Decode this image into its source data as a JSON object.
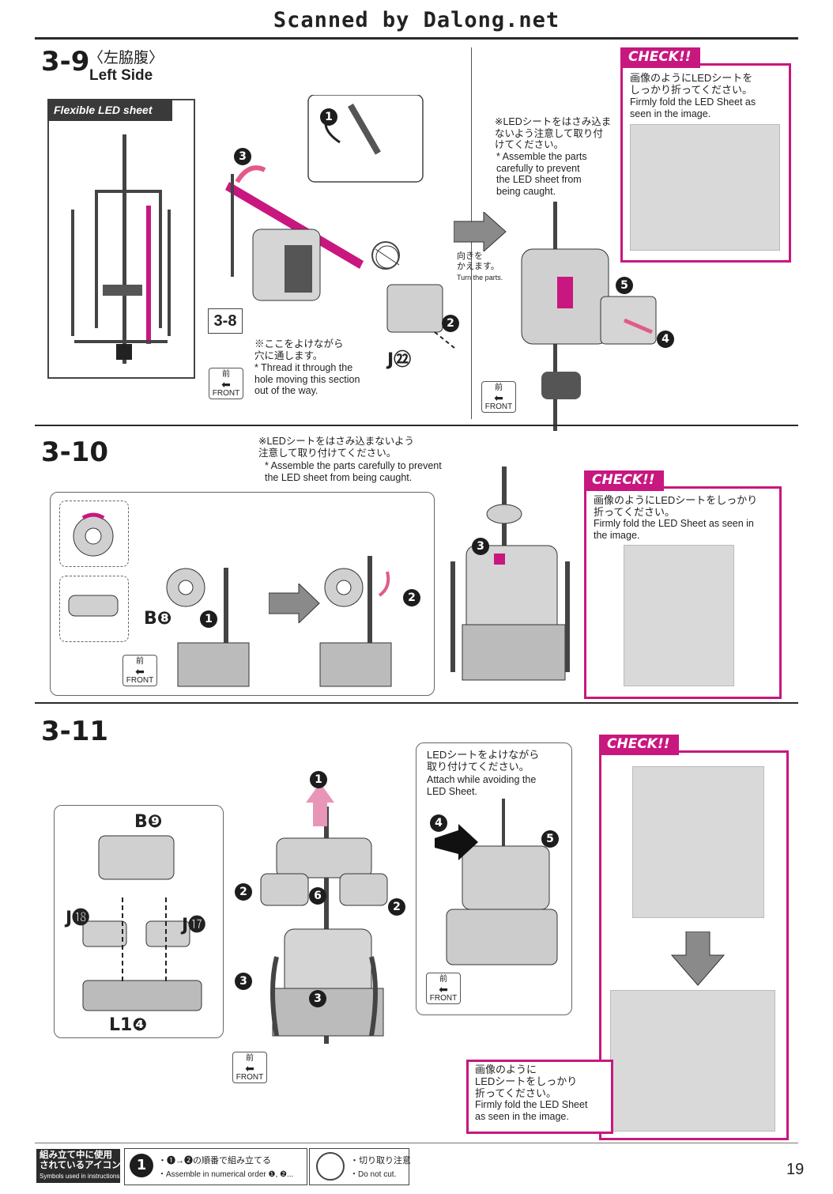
{
  "header": {
    "scan_credit": "Scanned by Dalong.net"
  },
  "step_3_9": {
    "number": "3-9",
    "title_ja": "〈左脇腹〉",
    "title_en": "Left Side",
    "flex_label": "Flexible LED sheet",
    "ref_step": "3-8",
    "part": "J㉒",
    "note_thread_ja": "※ここをよけながら\n穴に通します。",
    "note_thread_en": "* Thread it through the\nhole moving this section\nout of the way.",
    "note_caught_ja": "※LEDシートをはさみ込ま\nないよう注意して取り付\nけてください。",
    "note_caught_en": "* Assemble the parts\ncarefully to prevent\nthe LED sheet from\nbeing caught.",
    "turn_ja": "向きを\nかえます。",
    "turn_en": "Turn the parts.",
    "check_label": "CHECK!!",
    "check_ja": "画像のようにLEDシートを\nしっかり折ってください。",
    "check_en": "Firmly fold the LED Sheet as\nseen in the image."
  },
  "step_3_10": {
    "number": "3-10",
    "note_ja": "※LEDシートをはさみ込まないよう\n注意して取り付けてください。",
    "note_en": "* Assemble the parts carefully to prevent\nthe LED sheet from being caught.",
    "part": "B❽",
    "check_label": "CHECK!!",
    "check_ja": "画像のようにLEDシートをしっかり\n折ってください。",
    "check_en": "Firmly fold the LED Sheet as seen in\nthe image."
  },
  "step_3_11": {
    "number": "3-11",
    "parts": {
      "b9": "B❾",
      "j18": "J⓲",
      "j17": "J⓱",
      "l14": "L1❹"
    },
    "note_ja": "LEDシートをよけながら\n取り付けてください。",
    "note_en": "Attach while avoiding the\nLED Sheet.",
    "check_label": "CHECK!!",
    "check_ja": "画像のように\nLEDシートをしっかり\n折ってください。",
    "check_en": "Firmly fold the LED Sheet\nas seen in the image."
  },
  "front_label": {
    "kanji": "前",
    "en": "FRONT"
  },
  "footer": {
    "legend_ja": "組み立て中に使用\nされているアイコン",
    "legend_en": "Symbols used in instructions",
    "order_ja": "・❶→❷の順番で組み立てる",
    "order_en": "・Assemble in numerical order ❶, ❷...",
    "cut_ja": "・切り取り注意",
    "cut_en": "・Do not cut.",
    "page": "19"
  },
  "colors": {
    "accent": "#c8177f",
    "ink": "#222222",
    "photo": "#d9d9d9"
  }
}
